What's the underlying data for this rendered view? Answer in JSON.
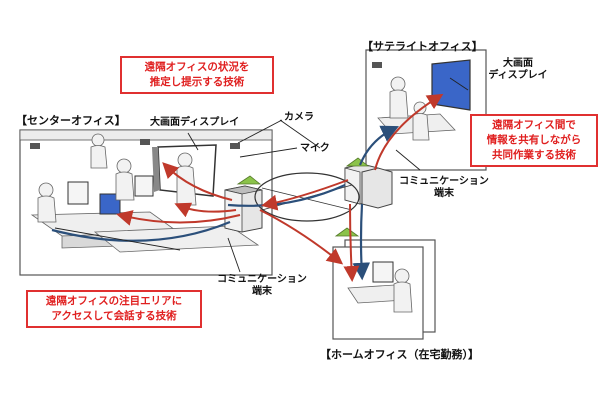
{
  "offices": {
    "center": "【センターオフィス】",
    "satellite": "【サテライトオフィス】",
    "home": "【ホームオフィス（在宅勤務）】"
  },
  "labels": {
    "big_display_center": "大画面ディスプレイ",
    "big_display_satellite": [
      "大画面",
      "ディスプレイ"
    ],
    "camera": "カメラ",
    "mic": "マイク",
    "comm_terminal_satellite": [
      "コミュニケーション",
      "端末"
    ],
    "comm_terminal_center": [
      "コミュニケーション",
      "端末"
    ]
  },
  "callouts": {
    "estimate": [
      "遠隔オフィスの状況を",
      "推定し提示する技術"
    ],
    "share": [
      "遠隔オフィス間で",
      "情報を共有しながら",
      "共同作業する技術"
    ],
    "access": [
      "遠隔オフィスの注目エリアに",
      "アクセスして会話する技術"
    ]
  },
  "colors": {
    "callout_red": "#e02020",
    "arrow_red": "#c0392b",
    "line_blue": "#2b4f7a",
    "display_blue": "#3a66c8",
    "node_green": "#8bc34a"
  }
}
